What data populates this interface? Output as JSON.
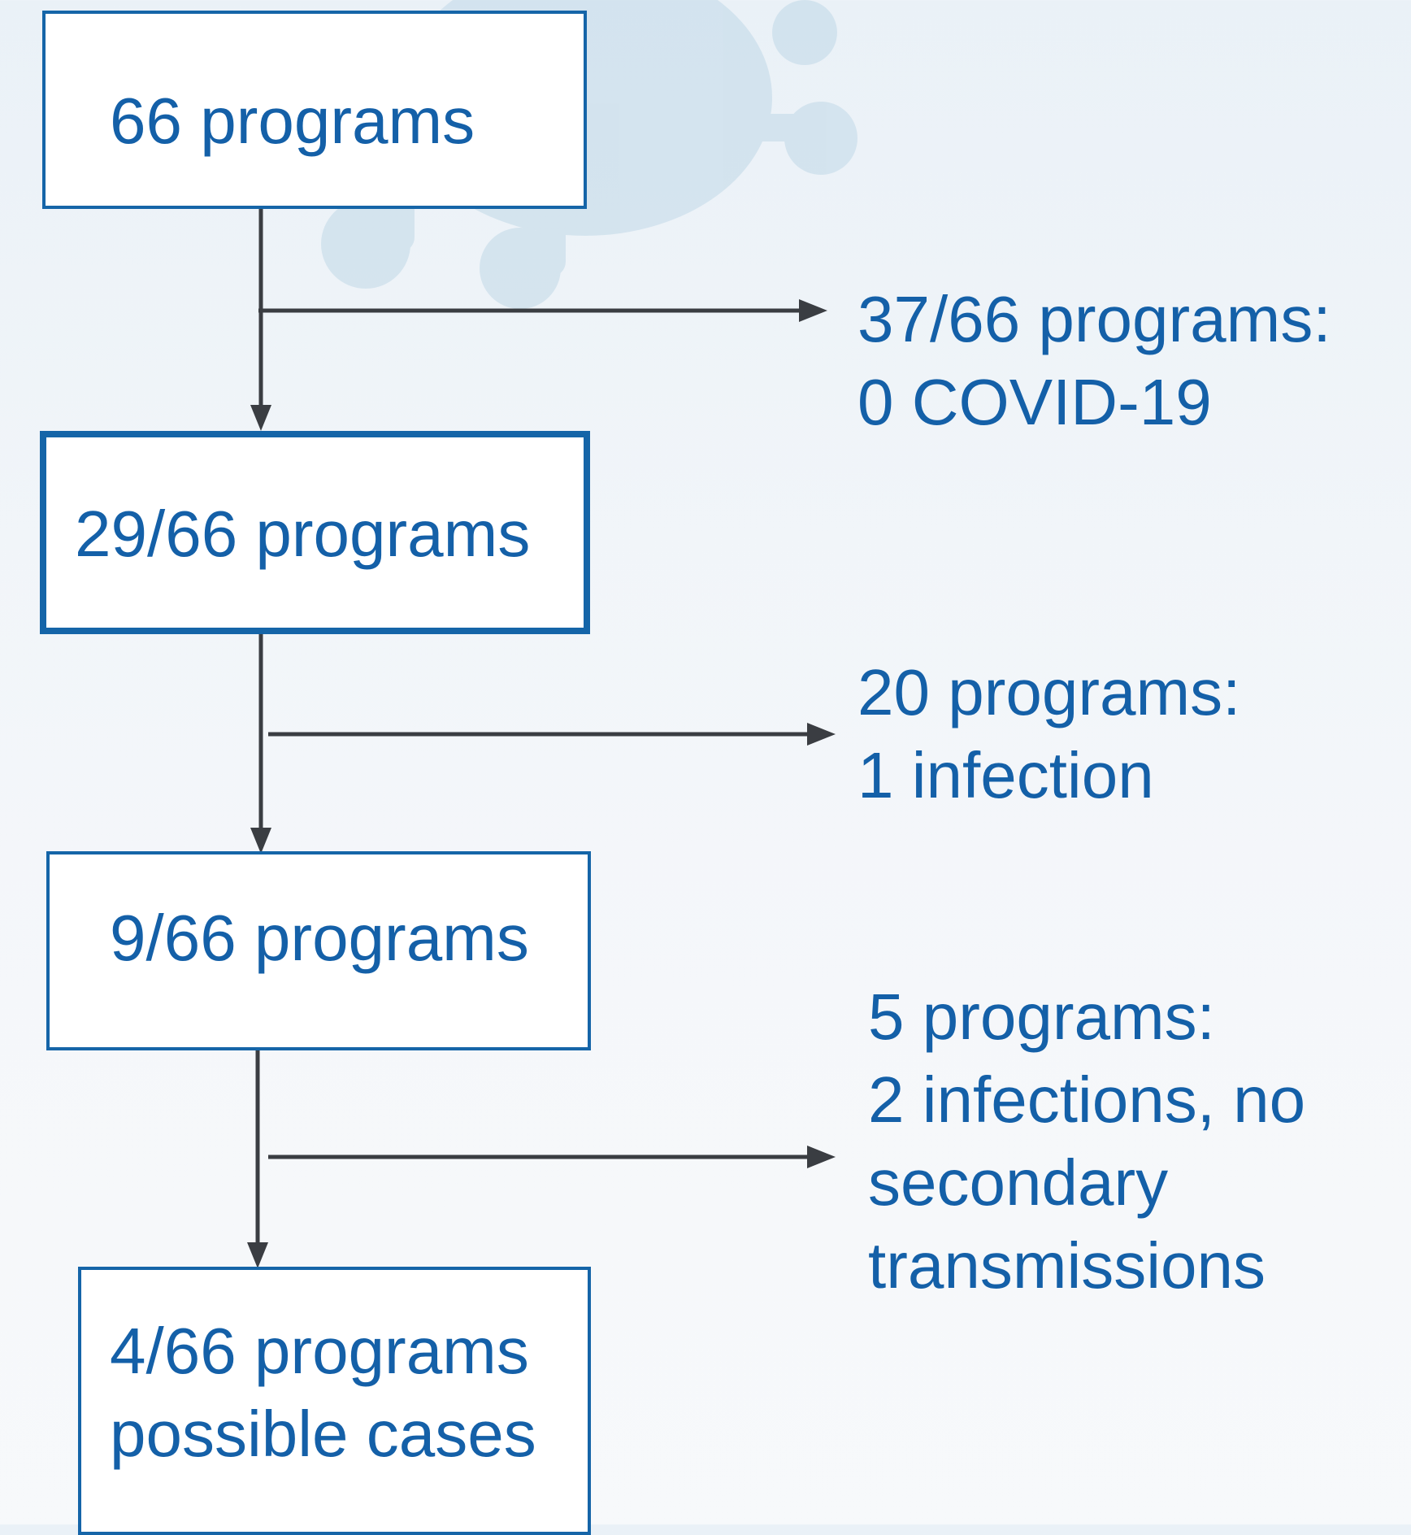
{
  "colors": {
    "box_border": "#1565a8",
    "text": "#1460a8",
    "connector": "#3a3d42"
  },
  "steps": [
    {
      "lines": [
        "66 programs"
      ]
    },
    {
      "lines": [
        "29/66 programs"
      ]
    },
    {
      "lines": [
        "9/66 programs"
      ]
    },
    {
      "lines": [
        "4/66 programs",
        "possible cases"
      ]
    }
  ],
  "branches": [
    {
      "lines": [
        "37/66 programs:",
        "0 COVID-19"
      ]
    },
    {
      "lines": [
        "20 programs:",
        "1 infection"
      ]
    },
    {
      "lines": [
        "5 programs:",
        "2 infections, no",
        "secondary",
        "transmissions"
      ]
    }
  ]
}
